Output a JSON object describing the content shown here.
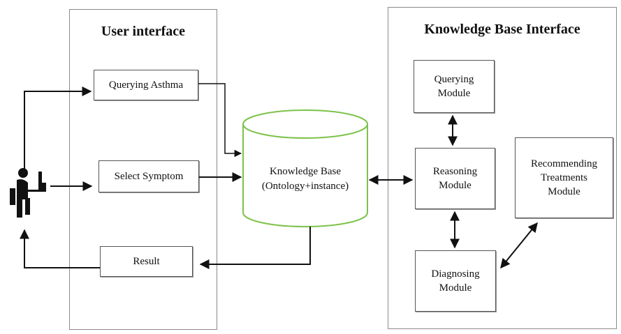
{
  "panels": {
    "user_interface": {
      "title": "User interface"
    },
    "kb_interface": {
      "title": "Knowledge  Base Interface"
    }
  },
  "user_boxes": {
    "querying_asthma": "Querying  Asthma",
    "select_symptom": "Select Symptom",
    "result": "Result"
  },
  "knowledge_base": {
    "label": "Knowledge  Base\n(Ontology+instance)"
  },
  "modules": {
    "querying": "Querying\nModule",
    "reasoning": "Reasoning\nModule",
    "diagnosing": "Diagnosing\nModule",
    "recommending": "Recommending\nTreatments\nModule"
  },
  "colors": {
    "cylinder_border": "#7dc24b",
    "line": "#111111",
    "panel_border": "#8a8a8a"
  },
  "icons": {
    "user": "user-at-computer-icon"
  }
}
